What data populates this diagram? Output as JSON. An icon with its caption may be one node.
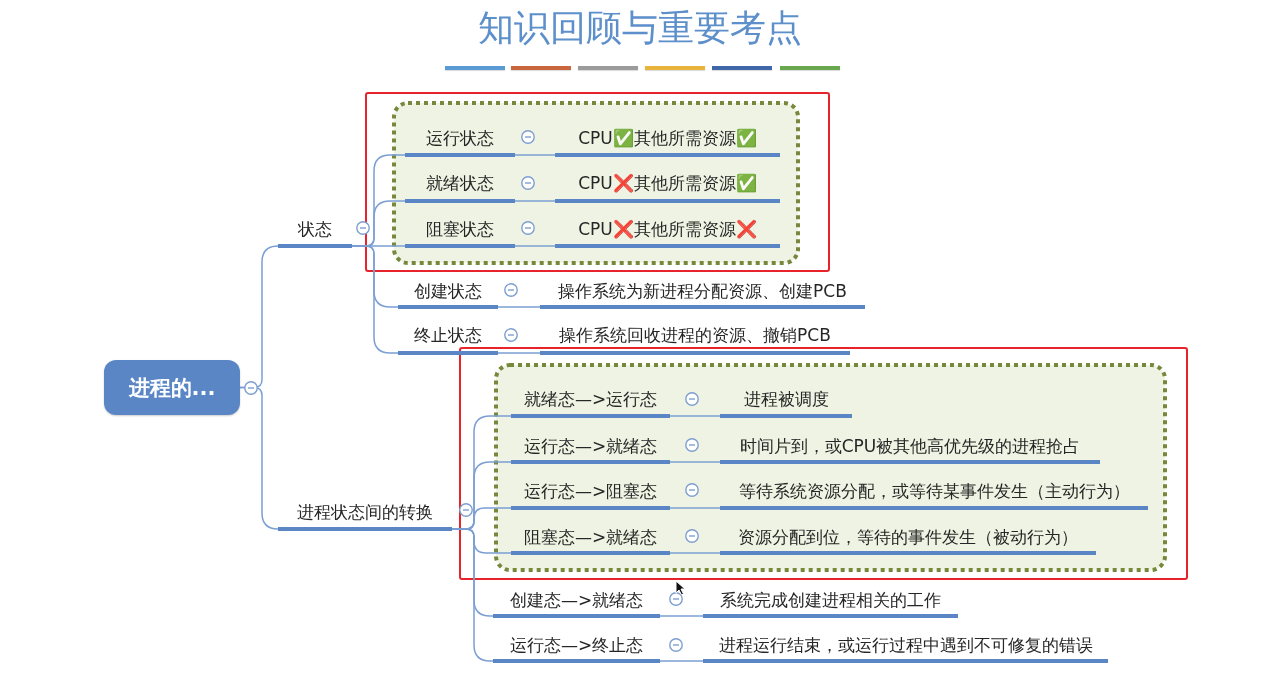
{
  "diagram": {
    "title": "知识回顾与重要考点",
    "nodes": [
      {
        "text": [
          "进程的..."
        ]
      },
      {
        "text": [
          "状态"
        ]
      },
      {
        "text": [],
        "shape": "box"
      },
      {
        "text": [],
        "shape": "box",
        "in": 2
      },
      {
        "text": [
          "运行状态"
        ],
        "in": 3
      },
      {
        "text": [
          "CPU✅其他所需资源✅"
        ],
        "in": 3
      },
      {
        "text": [
          "就绪状态"
        ],
        "in": 3
      },
      {
        "text": [
          "CPU❌其他所需资源✅"
        ],
        "in": 3
      },
      {
        "text": [
          "阻塞状态"
        ],
        "in": 3
      },
      {
        "text": [
          "CPU❌其他所需资源❌"
        ],
        "in": 3
      },
      {
        "text": [
          "创建状态"
        ]
      },
      {
        "text": [
          "操作系统为新进程分配资源、创建PCB"
        ]
      },
      {
        "text": [
          "终止状态"
        ]
      },
      {
        "text": [
          "操作系统回收进程的资源、撤销PCB"
        ]
      },
      {
        "text": [
          "进程状态间的转换"
        ]
      },
      {
        "text": [],
        "shape": "box"
      },
      {
        "text": [],
        "shape": "box",
        "in": 15
      },
      {
        "text": [
          "就绪态—>运行态"
        ],
        "in": 16
      },
      {
        "text": [
          "进程被调度"
        ],
        "in": 16
      },
      {
        "text": [
          "运行态—>就绪态"
        ],
        "in": 16
      },
      {
        "text": [
          "时间片到，或CPU被其他高优先级的进程抢占"
        ],
        "in": 16
      },
      {
        "text": [
          "运行态—>阻塞态"
        ],
        "in": 16
      },
      {
        "text": [
          "等待系统资源分配，或等待某事件发生（主动行为）"
        ],
        "in": 16
      },
      {
        "text": [
          "阻塞态—>就绪态"
        ],
        "in": 16
      },
      {
        "text": [
          "资源分配到位，等待的事件发生（被动行为）"
        ],
        "in": 16
      },
      {
        "text": [
          "创建态—>就绪态"
        ]
      },
      {
        "text": [
          "系统完成创建进程相关的工作"
        ]
      },
      {
        "text": [
          "运行态—>终止态"
        ]
      },
      {
        "text": [
          "进程运行结束，或运行过程中遇到不可修复的错误"
        ]
      }
    ],
    "edges": [
      {
        "from": 0,
        "to": 1,
        "arrow": "none"
      },
      {
        "from": 0,
        "to": 14,
        "arrow": "none"
      },
      {
        "from": 1,
        "to": 4,
        "arrow": "none"
      },
      {
        "from": 1,
        "to": 6,
        "arrow": "none"
      },
      {
        "from": 1,
        "to": 8,
        "arrow": "none"
      },
      {
        "from": 1,
        "to": 10,
        "arrow": "none"
      },
      {
        "from": 1,
        "to": 12,
        "arrow": "none"
      },
      {
        "from": 4,
        "to": 5,
        "arrow": "none"
      },
      {
        "from": 6,
        "to": 7,
        "arrow": "none"
      },
      {
        "from": 8,
        "to": 9,
        "arrow": "none"
      },
      {
        "from": 10,
        "to": 11,
        "arrow": "none"
      },
      {
        "from": 12,
        "to": 13,
        "arrow": "none"
      },
      {
        "from": 14,
        "to": 17,
        "arrow": "none"
      },
      {
        "from": 14,
        "to": 19,
        "arrow": "none"
      },
      {
        "from": 14,
        "to": 21,
        "arrow": "none"
      },
      {
        "from": 14,
        "to": 23,
        "arrow": "none"
      },
      {
        "from": 14,
        "to": 25,
        "arrow": "none"
      },
      {
        "from": 14,
        "to": 27,
        "arrow": "none"
      },
      {
        "from": 17,
        "to": 18,
        "arrow": "none"
      },
      {
        "from": 19,
        "to": 20,
        "arrow": "none"
      },
      {
        "from": 21,
        "to": 22,
        "arrow": "none"
      },
      {
        "from": 23,
        "to": 24,
        "arrow": "none"
      },
      {
        "from": 25,
        "to": 26,
        "arrow": "none"
      },
      {
        "from": 27,
        "to": 28,
        "arrow": "none"
      }
    ]
  }
}
